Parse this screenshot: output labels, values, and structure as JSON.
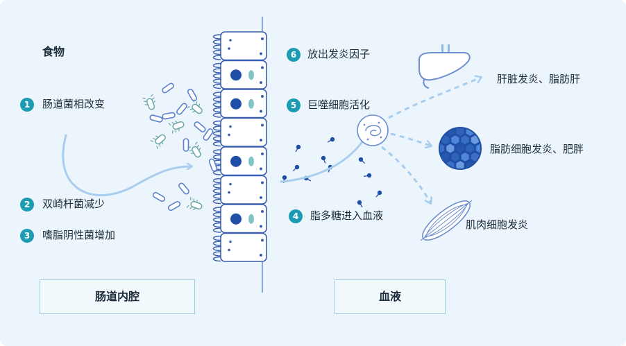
{
  "colors": {
    "background": "#ecf5fb",
    "badge": "#1c9bb3",
    "arrow": "#a8cdef",
    "cell_outline": "#3b5fb0",
    "nucleus": "#1f4fa6",
    "organ": "#5d8fd4"
  },
  "left": {
    "food_label": "食物",
    "steps": [
      {
        "number": "1",
        "text": "肠道菌相改变"
      },
      {
        "number": "2",
        "text": "双崎杆菌减少"
      },
      {
        "number": "3",
        "text": "嗜脂阴性菌增加"
      }
    ],
    "zone_label": "肠道内腔"
  },
  "right": {
    "steps": [
      {
        "number": "6",
        "text": "放出发炎因子"
      },
      {
        "number": "5",
        "text": "巨噬细胞活化"
      },
      {
        "number": "4",
        "text": "脂多糖进入血液"
      }
    ],
    "zone_label": "血液"
  },
  "outcomes": [
    {
      "text": "肝脏发炎、脂肪肝",
      "icon": "liver-icon"
    },
    {
      "text": "脂肪细胞发炎、肥胖",
      "icon": "fat-cell-icon"
    },
    {
      "text": "肌肉细胞发炎",
      "icon": "muscle-icon"
    }
  ]
}
